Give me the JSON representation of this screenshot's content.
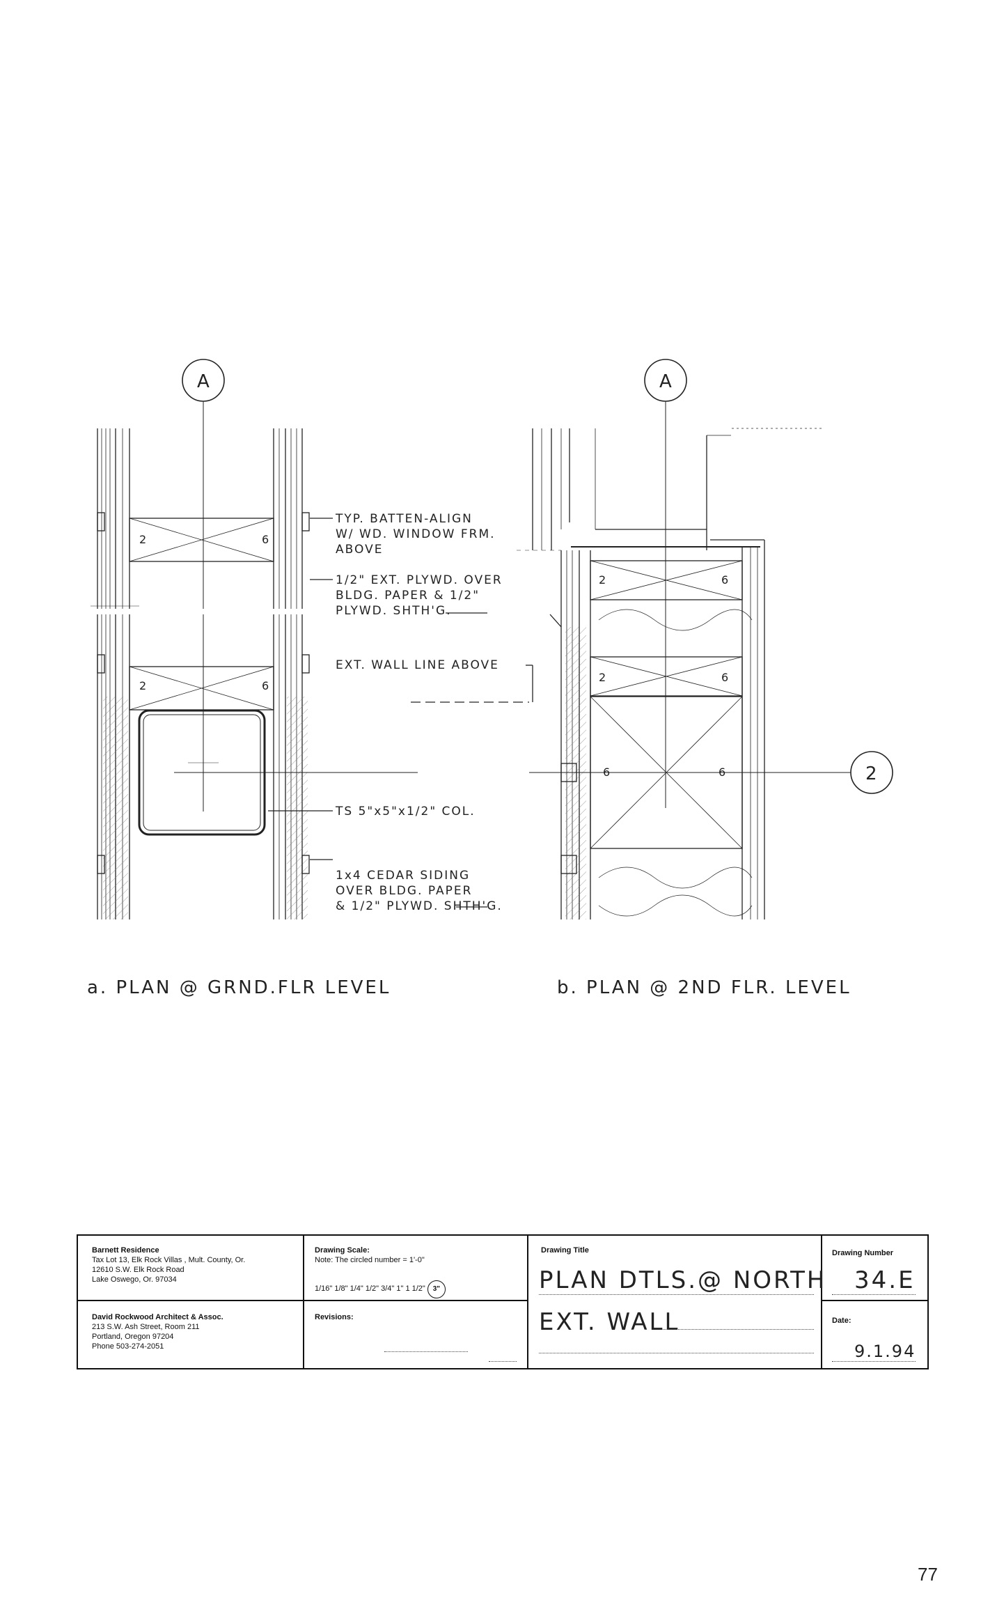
{
  "detail_a": {
    "grid_bubble": "A",
    "title": "a. PLAN @ GRND.FLR LEVEL",
    "stud_numbers": [
      "2",
      "6",
      "2",
      "6"
    ],
    "notes": {
      "batten_1": "TYP. BATTEN-ALIGN",
      "batten_2": "W/ WD. WINDOW FRM.",
      "batten_3": "ABOVE",
      "plywood_1": "1/2\" EXT. PLYWD. OVER",
      "plywood_2": "BLDG. PAPER & 1/2\"",
      "plywood_3": "PLYWD. SHTH'G.",
      "wall_line": "EXT. WALL LINE ABOVE",
      "column": "TS 5\"x5\"x1/2\" COL.",
      "siding_1": "1x4 CEDAR SIDING",
      "siding_2": "OVER BLDG. PAPER",
      "siding_3": "& 1/2\" PLYWD. SHTH'G."
    }
  },
  "detail_b": {
    "grid_bubble": "A",
    "side_bubble": "2",
    "title": "b. PLAN @ 2ND FLR. LEVEL",
    "stud_numbers": [
      "2",
      "6",
      "2",
      "6",
      "6",
      "6"
    ]
  },
  "title_block": {
    "project": {
      "name": "Barnett Residence",
      "line1": "Tax Lot 13, Elk Rock Villas , Mult. County, Or.",
      "line2": "12610 S.W. Elk Rock Road",
      "line3": "Lake Oswego, Or. 97034"
    },
    "architect": {
      "name": "David Rockwood Architect & Assoc.",
      "line1": "213 S.W. Ash Street, Room 211",
      "line2": "Portland, Oregon 97204",
      "line3": "Phone 503-274-2051"
    },
    "scale_label": "Drawing Scale:",
    "scale_note": "Note: The circled number = 1'-0\"",
    "scale_values": "1/16\"  1/8\"   1/4\"  1/2\"   3/4\"   1\"   1 1/2\"",
    "scale_circled": "3\"",
    "revisions_label": "Revisions:",
    "title_label": "Drawing Title",
    "title_line1": "PLAN DTLS.@ NORTH",
    "title_line2": "EXT. WALL",
    "number_label": "Drawing Number",
    "number_value": "34.E",
    "date_label": "Date:",
    "date_value": "9.1.94"
  },
  "page_number": "77"
}
